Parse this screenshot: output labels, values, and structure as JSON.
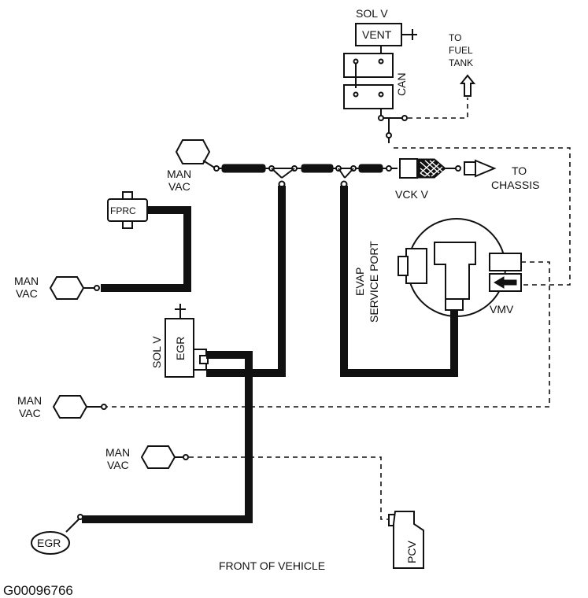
{
  "labels": {
    "sol_v_vent": "SOL V",
    "vent": "VENT",
    "can": "CAN",
    "to_fuel": "TO",
    "fuel": "FUEL",
    "tank": "TANK",
    "man_top": "MAN",
    "vac_top": "VAC",
    "to_chassis": "TO",
    "chassis": "CHASSIS",
    "vck_v": "VCK V",
    "fprc": "FPRC",
    "evap": "EVAP",
    "service_port": "SERVICE PORT",
    "vmv": "VMV",
    "man_left1": "MAN",
    "vac_left1": "VAC",
    "sol_v_egr": "SOL V",
    "egr_solenoid": "EGR",
    "man_left2": "MAN",
    "vac_left2": "VAC",
    "man_left3": "MAN",
    "vac_left3": "VAC",
    "egr_valve": "EGR",
    "pcv": "PCV",
    "front_of_vehicle": "FRONT OF VEHICLE",
    "figure_id": "G00096766"
  }
}
